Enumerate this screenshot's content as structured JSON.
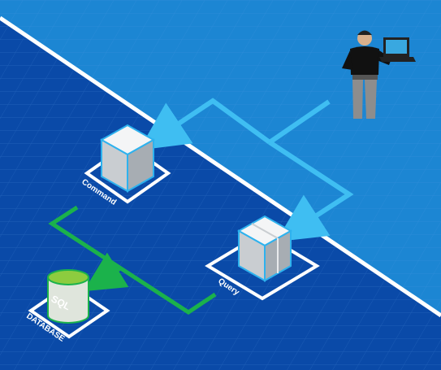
{
  "nodes": {
    "command": {
      "label": "Command"
    },
    "query": {
      "label": "Query"
    },
    "database": {
      "label": "DATABASE",
      "cylinder_text": "SQL"
    }
  },
  "colors": {
    "dark_zone": "#0a4aa8",
    "light_zone": "#1c86d3",
    "divider": "#ffffff",
    "client_flow": "#3fbef2",
    "db_flow": "#1bb24b",
    "cube": "#e8eaec",
    "db_cylinder": "#dfe5dc",
    "db_top": "#8dcc3f"
  },
  "icons": {
    "user": "person-with-laptop-icon",
    "command": "cube-icon",
    "query": "stacked-cubes-icon",
    "database": "database-cylinder-icon"
  }
}
